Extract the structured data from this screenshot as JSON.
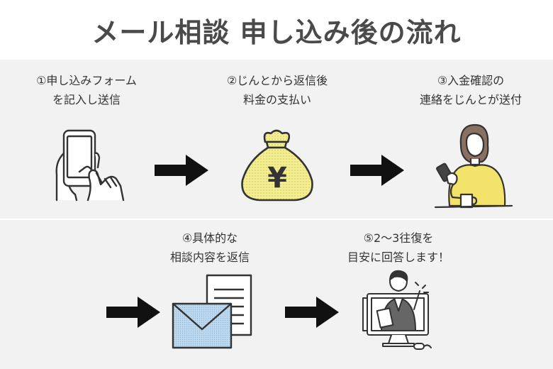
{
  "title": "メール相談 申し込み後の流れ",
  "steps": [
    {
      "line1": "①申し込みフォーム",
      "line2": "を記入し送信"
    },
    {
      "line1": "②じんとから返信後",
      "line2": "料金の支払い"
    },
    {
      "line1": "③入金確認の",
      "line2": "連絡をじんとが送付"
    },
    {
      "line1": "④具体的な",
      "line2": "相談内容を返信"
    },
    {
      "line1": "⑤2～3往復を",
      "line2": "目安に回答します！"
    }
  ],
  "icons": {
    "money_symbol": "¥",
    "names": [
      "smartphone-hand-icon",
      "money-bag-icon",
      "woman-phone-icon",
      "envelope-document-icon",
      "online-consultant-icon"
    ]
  },
  "colors": {
    "arrow": "#111111",
    "bag_fill": "#f3ee94",
    "sweater": "#f3e36a",
    "envelope": "#bcd8ee",
    "title": "#4a4a4a"
  }
}
